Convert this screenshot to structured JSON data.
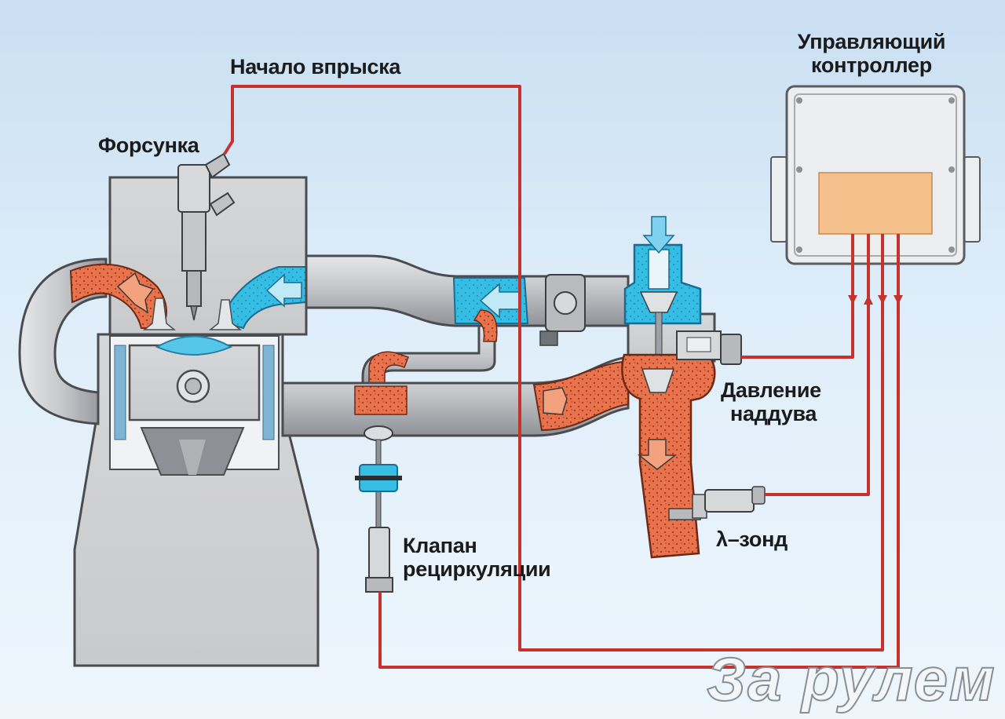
{
  "labels": {
    "injection_start": "Начало впрыска",
    "injector": "Форсунка",
    "controller_line1": "Управляющий",
    "controller_line2": "контроллер",
    "boost_line1": "Давление",
    "boost_line2": "наддува",
    "lambda": "λ–зонд",
    "egr_line1": "Клапан",
    "egr_line2": "рециркуляции"
  },
  "watermark": "За рулем",
  "colors": {
    "signal_wire": "#c5332e",
    "exhaust_gas": "#e8734c",
    "intake_air": "#2fb8e0",
    "metal": "#c4c6c9",
    "controller_chip": "#f5c08c"
  }
}
